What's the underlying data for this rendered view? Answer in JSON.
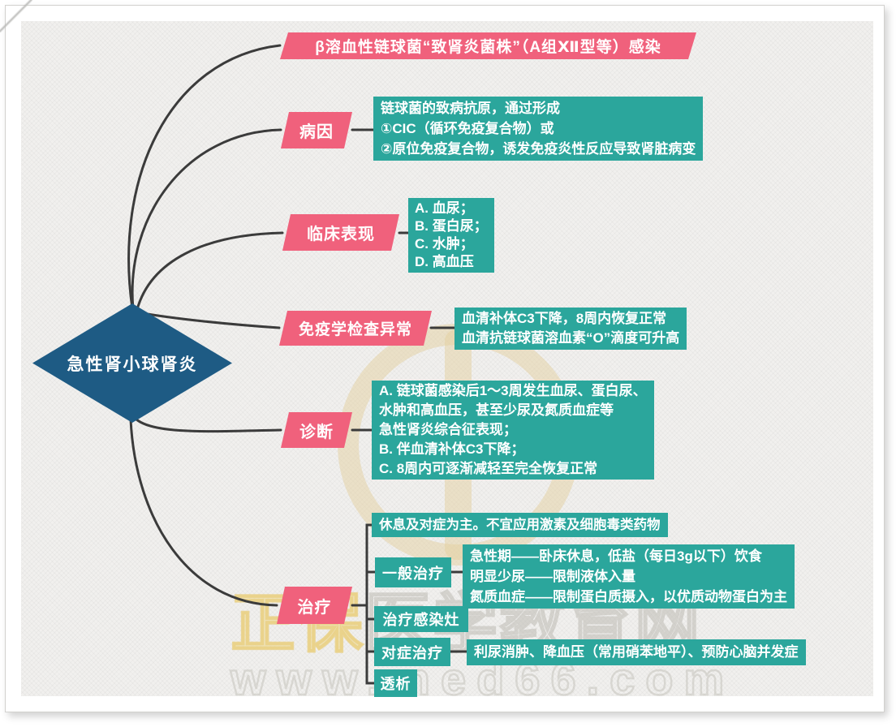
{
  "colors": {
    "root_blue": "#1e5b84",
    "branch_pink": "#f0617c",
    "content_teal": "#2ba69c",
    "connector": "#3b3b3b",
    "canvas_bg": "#f1f0ee",
    "watermark_yellow": "#eed894",
    "watermark_gray": "#c5c3bc"
  },
  "watermark": {
    "brand_first": "正保",
    "brand_rest": "医学教育网",
    "url": "www.med66.com",
    "logo": "coin-ring-logo"
  },
  "mindmap": {
    "root_label": "急性肾小球肾炎",
    "branches": [
      {
        "type": "pink-content",
        "text": "β溶血性链球菌“致肾炎菌株”（A组Ⅻ型等）感染"
      },
      {
        "label": "病因",
        "lines": [
          "链球菌的致病抗原，通过形成",
          "①CIC（循环免疫复合物）或",
          "②原位免疫复合物，诱发免疫炎性反应导致肾脏病变"
        ]
      },
      {
        "label": "临床表现",
        "lines": [
          "A. 血尿；",
          "B. 蛋白尿；",
          "C. 水肿；",
          "D. 高血压"
        ]
      },
      {
        "label": "免疫学检查异常",
        "lines": [
          "血清补体C3下降，8周内恢复正常",
          "血清抗链球菌溶血素“O”滴度可升高"
        ]
      },
      {
        "label": "诊断",
        "lines": [
          "A. 链球菌感染后1～3周发生血尿、蛋白尿、",
          "水肿和高血压，甚至少尿及氮质血症等",
          "急性肾炎综合征表现；",
          "B. 伴血清补体C3下降；",
          "C. 8周内可逐渐减轻至完全恢复正常"
        ]
      },
      {
        "label": "治疗",
        "children": [
          {
            "label": "",
            "lines": [
              "休息及对症为主。不宜应用激素及细胞毒类药物"
            ]
          },
          {
            "label": "一般治疗",
            "lines": [
              "急性期——卧床休息，低盐（每日3g以下）饮食",
              "明显少尿——限制液体入量",
              "氮质血症——限制蛋白质摄入，以优质动物蛋白为主"
            ]
          },
          {
            "label": "治疗感染灶",
            "lines": []
          },
          {
            "label": "对症治疗",
            "lines": [
              "利尿消肿、降血压（常用硝苯地平）、预防心脑并发症"
            ]
          },
          {
            "label": "透析",
            "lines": []
          }
        ]
      }
    ]
  }
}
